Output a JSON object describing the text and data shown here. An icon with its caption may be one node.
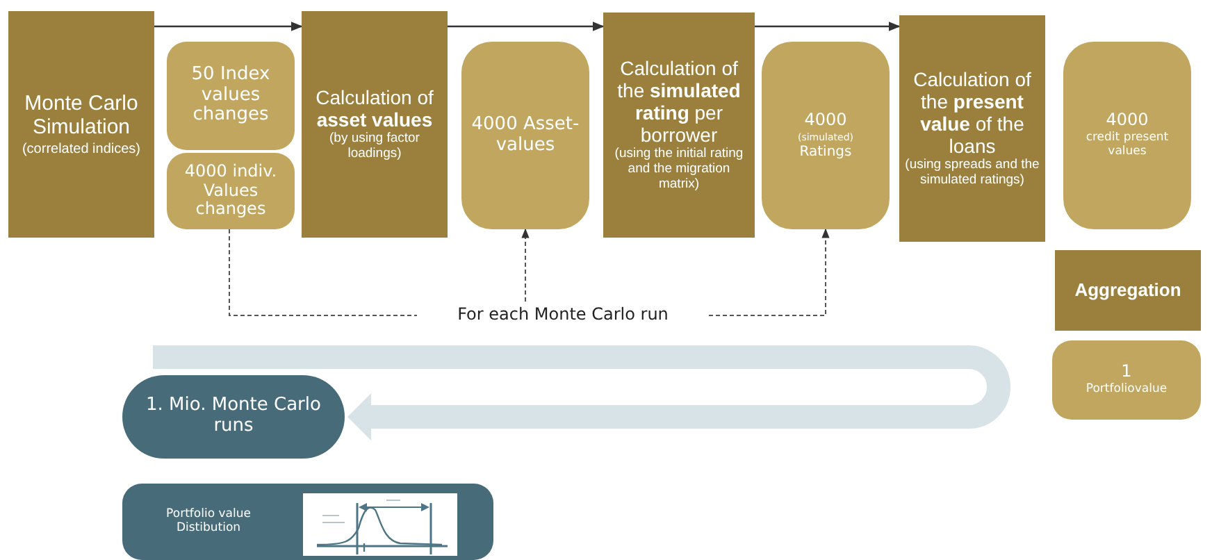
{
  "diagram": {
    "nodes": [
      {
        "text": [
          "Monte Carlo Simulation",
          "(correlated indices)"
        ]
      },
      {
        "text": [
          "50 Index values changes"
        ]
      },
      {
        "text": [
          "4000 indiv. Values changes"
        ]
      },
      {
        "text": [
          "Calculation of **asset values**",
          "(by using factor loadings)"
        ]
      },
      {
        "text": [
          "4000 Asset-values"
        ]
      },
      {
        "text": [
          "Calculation of the **simulated rating** per borrower",
          "(using the initial rating and the migration matrix)"
        ]
      },
      {
        "text": [
          "4000",
          "(simulated)",
          "Ratings"
        ]
      },
      {
        "text": [
          "Calculation of the **present value** of the loans",
          "(using spreads and the simulated ratings)"
        ]
      },
      {
        "text": [
          "4000",
          "credit present values"
        ]
      },
      {
        "text": [
          "Aggregation"
        ]
      },
      {
        "text": [
          "1",
          "Portfoliovalue"
        ]
      },
      {
        "text": [
          "For each Monte Carlo run"
        ]
      },
      {
        "text": [
          "1. Mio. Monte Carlo runs"
        ]
      },
      {
        "text": [
          "Portfolio value Distibution"
        ]
      }
    ],
    "edges": [
      {
        "from": 0,
        "to": 3,
        "arrow": "to"
      },
      {
        "from": 3,
        "to": 5,
        "arrow": "to"
      },
      {
        "from": 5,
        "to": 7,
        "arrow": "to"
      },
      {
        "from": 2,
        "to": 11,
        "arrow": "none",
        "style": "dashed"
      },
      {
        "from": 11,
        "to": 4,
        "arrow": "to",
        "style": "dashed"
      },
      {
        "from": 11,
        "to": 6,
        "arrow": "to",
        "style": "dashed"
      },
      {
        "from": null,
        "to": 12,
        "arrow": "to",
        "style": "thick",
        "color": "#d8e3e8"
      }
    ]
  }
}
